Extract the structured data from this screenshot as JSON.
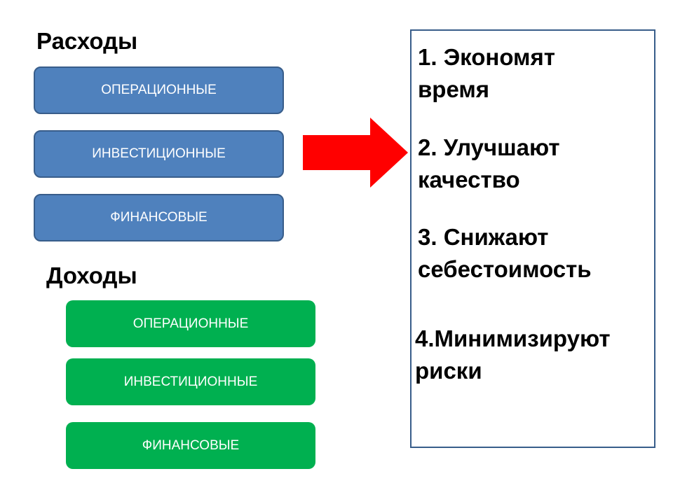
{
  "expenses": {
    "title": "Расходы",
    "items": [
      "ОПЕРАЦИОННЫЕ",
      "ИНВЕСТИЦИОННЫЕ",
      "ФИНАНСОВЫЕ"
    ]
  },
  "income": {
    "title": "Доходы",
    "items": [
      "ОПЕРАЦИОННЫЕ",
      "ИНВЕСТИЦИОННЫЕ",
      "ФИНАНСОВЫЕ"
    ]
  },
  "benefits": [
    "1. Экономят\nвремя",
    "2. Улучшают\nкачество",
    "3. Снижают\nсебестоимость",
    "4.Минимизируют\nриски"
  ],
  "colors": {
    "expense_box": "#4f81bd",
    "income_box": "#00b050",
    "arrow": "#ff0000",
    "panel_border": "#385d8a"
  }
}
